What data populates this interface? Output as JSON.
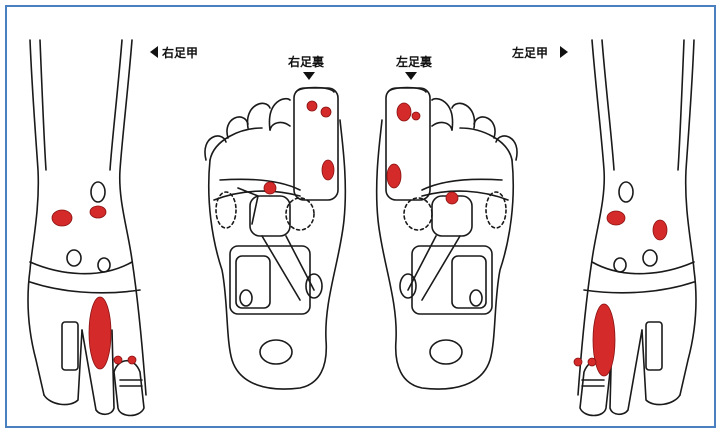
{
  "labels": {
    "right_top": "右足甲",
    "right_sole": "右足裏",
    "left_sole": "左足裏",
    "left_top": "左足甲"
  },
  "colors": {
    "frame": "#4a7fc0",
    "ink": "#1a1a1a",
    "point": "#d42a2a"
  }
}
